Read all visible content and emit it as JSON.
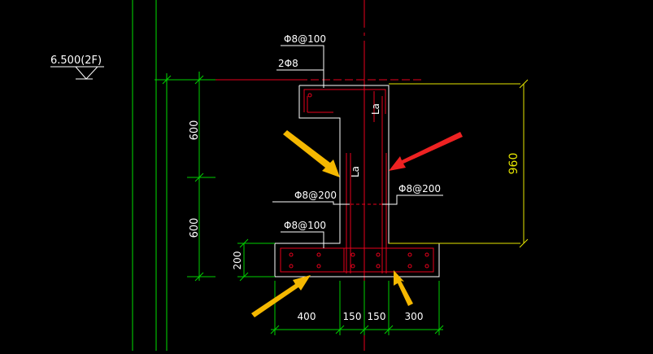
{
  "colors": {
    "background": "#000000",
    "outline": "#ffffff",
    "rebar": "#e8001c",
    "centerline": "#e8001c",
    "grid_line": "#00e000",
    "dimension_line": "#00d000",
    "dimension_text": "#ffffff",
    "height_dim": "#e6e600",
    "leader": "#ffffff",
    "arrow_yellow": "#f5b800",
    "arrow_red": "#ee2222"
  },
  "drawing": {
    "elevation_label": "6.500(2F)",
    "rebar_labels": {
      "top_stirrup": "Φ8@100",
      "top_longitudinal": "2Φ8",
      "web_left": "Φ8@200",
      "web_right": "Φ8@200",
      "footing_stirrup": "Φ8@100"
    },
    "anchorage_labels": {
      "upper": "La",
      "lower": "La"
    },
    "dimensions": {
      "left_upper": "600",
      "left_lower": "600",
      "right_height": "960",
      "footing_height": "200",
      "bottom": [
        "400",
        "150",
        "150",
        "300"
      ]
    }
  },
  "annotation_arrows": [
    {
      "name": "arrow-yellow-web",
      "color": "yellow"
    },
    {
      "name": "arrow-red-web",
      "color": "red"
    },
    {
      "name": "arrow-yellow-footing-left",
      "color": "yellow"
    },
    {
      "name": "arrow-yellow-footing-right",
      "color": "yellow"
    }
  ]
}
